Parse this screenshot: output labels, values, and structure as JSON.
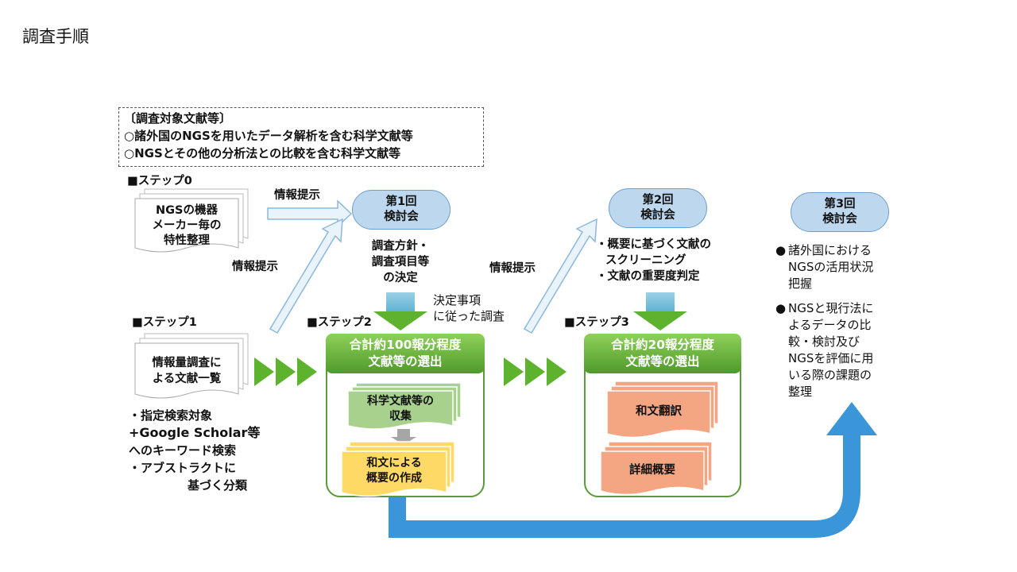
{
  "page_title": "調査手順",
  "scope": {
    "heading": "〔調査対象文献等〕",
    "line1": "○諸外国のNGSを用いたデータ解析を含む科学文献等",
    "line2": "○NGSとその他の分析法との比較を含む科学文献等"
  },
  "step0": {
    "label": "■ステップ0",
    "doc_line1": "NGSの機器",
    "doc_line2": "メーカー毎の",
    "doc_line3": "特性整理"
  },
  "step1": {
    "label": "■ステップ1",
    "doc_line1": "情報量調査に",
    "doc_line2": "よる文献一覧",
    "note_line1": "・指定検索対象",
    "note_line2": "+Google Scholar等",
    "note_line3": "へのキーワード検索",
    "note_line4": "・アブストラクトに",
    "note_line5": "基づく分類"
  },
  "info_label_top": "情報提示",
  "info_label_mid": "情報提示",
  "info_label_right": "情報提示",
  "meeting1": {
    "line1": "第1回",
    "line2": "検討会"
  },
  "meeting1_note": {
    "line1": "調査方針・",
    "line2": "調査項目等",
    "line3": "の決定"
  },
  "decision_note": {
    "line1": "決定事項",
    "line2": "に従った調査"
  },
  "step2": {
    "label": "■ステップ2",
    "bar_line1": "合計約100報分程度",
    "bar_line2": "文献等の選出",
    "doc_a_line1": "科学文献等の",
    "doc_a_line2": "収集",
    "doc_b_line1": "和文による",
    "doc_b_line2": "概要の作成"
  },
  "meeting2": {
    "line1": "第2回",
    "line2": "検討会"
  },
  "meeting2_note": {
    "line1": "・概要に基づく文献の",
    "line2": "スクリーニング",
    "line3": "・文献の重要度判定"
  },
  "step3": {
    "label": "■ステップ3",
    "bar_line1": "合計約20報分程度",
    "bar_line2": "文献等の選出",
    "doc_a": "和文翻訳",
    "doc_b": "詳細概要"
  },
  "meeting3": {
    "line1": "第3回",
    "line2": "検討会"
  },
  "meeting3_notes": {
    "b1_line1": "諸外国における",
    "b1_line2": "NGSの活用状況",
    "b1_line3": "把握",
    "b2_line1": "NGSと現行法に",
    "b2_line2": "よるデータの比",
    "b2_line3": "較・検討及び",
    "b2_line4": "NGSを評価に用",
    "b2_line5": "いる際の課題の",
    "b2_line6": "整理"
  },
  "colors": {
    "meeting_fill": "#bdd7ee",
    "green_bar": "#5aa832",
    "doc_green": "#a9d18e",
    "doc_yellow": "#ffd966",
    "doc_salmon": "#f4a582",
    "big_arrow": "#3a96d8"
  }
}
